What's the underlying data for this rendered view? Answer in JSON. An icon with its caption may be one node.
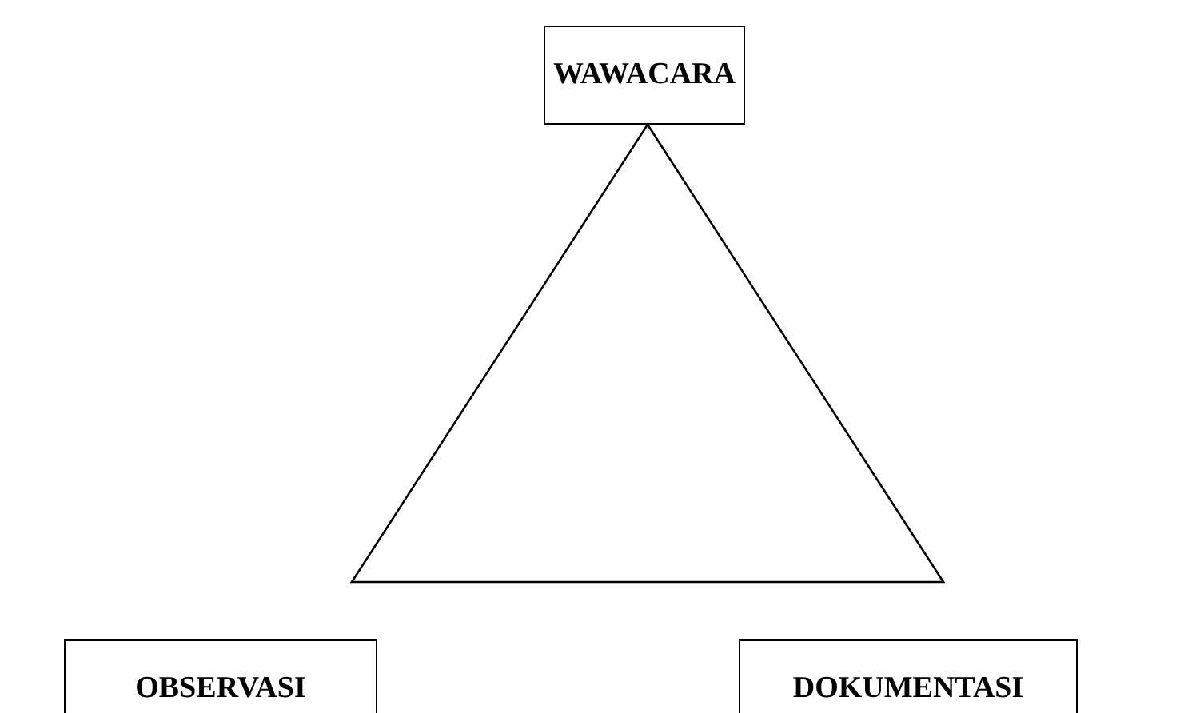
{
  "diagram": {
    "nodes": [
      {
        "text": [
          "WAWACARA"
        ]
      },
      {
        "text": [],
        "shape": "triangle"
      },
      {
        "text": [
          "OBSERVASI"
        ]
      },
      {
        "text": [
          "DOKUMENTASI"
        ]
      }
    ]
  }
}
